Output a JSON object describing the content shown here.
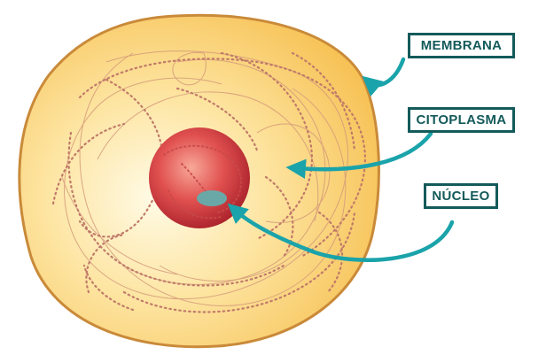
{
  "labels": {
    "membrana": "MEMBRANA",
    "citoplasma": "CITOPLASMA",
    "nucleo": "NÚCLEO"
  },
  "colors": {
    "label_border": "#145a5a",
    "arrow": "#1aa3aa",
    "membrane": "#c98a3a",
    "cytoplasm_center": "#fff8dc",
    "cytoplasm_edge": "#f7c55a",
    "nucleus_center": "#f59a8a",
    "nucleus_edge": "#b8232a",
    "nucleolus": "#6aa8a8",
    "fibers": "#c98a6a"
  }
}
